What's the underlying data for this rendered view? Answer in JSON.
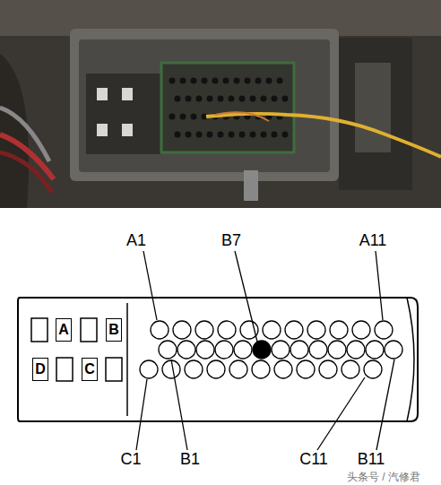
{
  "diagram": {
    "nodes": [
      {
        "text": [
          "A"
        ]
      },
      {
        "text": [
          "B"
        ]
      },
      {
        "text": [
          "D"
        ]
      },
      {
        "text": [
          "C"
        ]
      }
    ],
    "labels": [
      "A1",
      "B7",
      "A11",
      "C1",
      "B1",
      "C11",
      "B11",
      "头条号 / 汽修君"
    ]
  }
}
